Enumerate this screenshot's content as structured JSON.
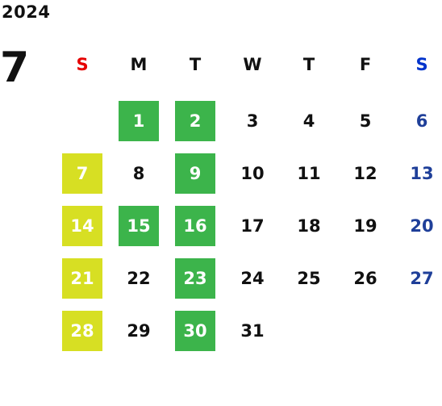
{
  "calendar": {
    "year": "2024",
    "month": "7",
    "weekdays": [
      {
        "label": "S",
        "color": "#e60000"
      },
      {
        "label": "M",
        "color": "#111111"
      },
      {
        "label": "T",
        "color": "#111111"
      },
      {
        "label": "W",
        "color": "#111111"
      },
      {
        "label": "T",
        "color": "#111111"
      },
      {
        "label": "F",
        "color": "#111111"
      },
      {
        "label": "S",
        "color": "#0033cc"
      }
    ],
    "weeks": [
      [
        null,
        "1",
        "2",
        "3",
        "4",
        "5",
        "6"
      ],
      [
        "7",
        "8",
        "9",
        "10",
        "11",
        "12",
        "13"
      ],
      [
        "14",
        "15",
        "16",
        "17",
        "18",
        "19",
        "20"
      ],
      [
        "21",
        "22",
        "23",
        "24",
        "25",
        "26",
        "27"
      ],
      [
        "28",
        "29",
        "30",
        "31",
        null,
        null,
        null
      ]
    ],
    "highlights": {
      "green": [
        "1",
        "2",
        "9",
        "15",
        "16",
        "23",
        "30"
      ],
      "lime": [
        "7",
        "14",
        "21",
        "28"
      ]
    },
    "colors": {
      "green": "#3cb44b",
      "lime": "#d7df23",
      "saturday_text": "#1f3f99",
      "sunday_header": "#e60000",
      "saturday_header": "#0033cc"
    }
  }
}
